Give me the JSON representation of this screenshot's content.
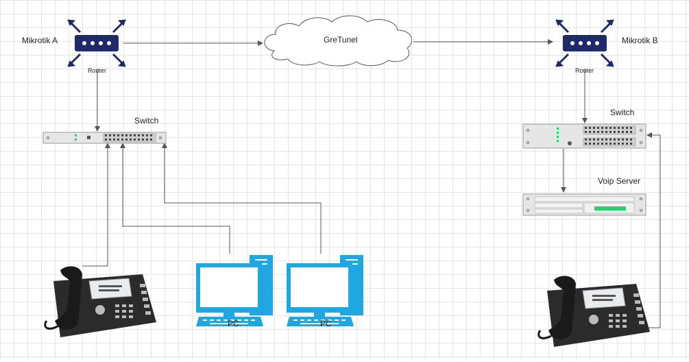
{
  "diagram": {
    "router_a": {
      "name": "Mikrotik A",
      "type_label": "Router"
    },
    "router_b": {
      "name": "Mikrotik B",
      "type_label": "Router"
    },
    "tunnel": {
      "label": "GreTunel"
    },
    "switch_a": {
      "label": "Switch"
    },
    "switch_b": {
      "label": "Switch"
    },
    "voip_server": {
      "label": "Voip Server"
    },
    "pc_1": {
      "label": "PC"
    },
    "pc_2": {
      "label": "PC"
    }
  },
  "colors": {
    "router": "#1f2a6b",
    "pc": "#1ea7e1",
    "connector": "#555555",
    "switch_body": "#e6e6e6",
    "server_led": "#2ecc71",
    "phone": "#2b2b2b"
  },
  "icons": [
    "router-icon",
    "cloud-icon",
    "switch-icon",
    "server-icon",
    "pc-icon",
    "ip-phone-icon"
  ]
}
